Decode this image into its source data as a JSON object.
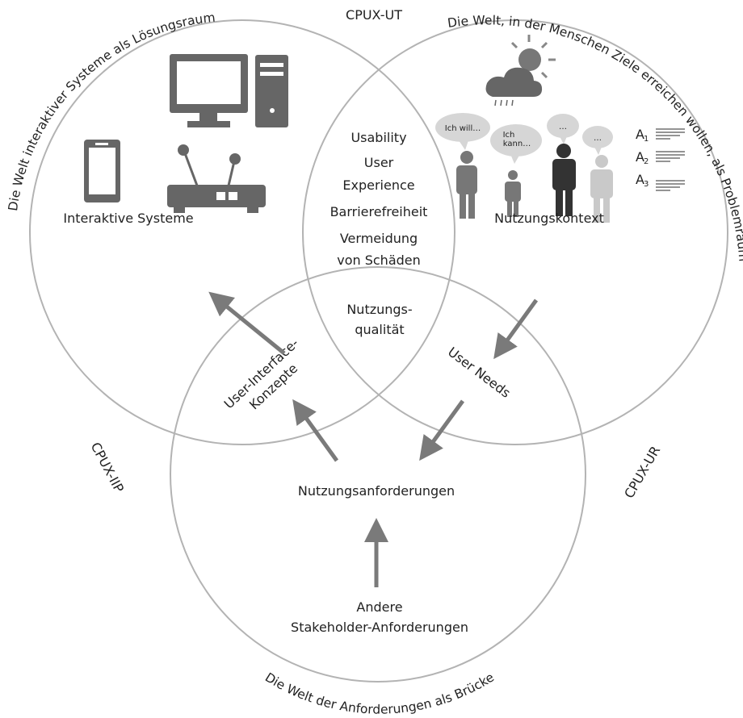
{
  "labels": {
    "cpux_ut": "CPUX-UT",
    "cpux_iip": "CPUX-IIP",
    "cpux_ur": "CPUX-UR",
    "interaktive_systeme": "Interaktive Systeme",
    "nutzungskontext": "Nutzungskontext",
    "usability": "Usability",
    "user": "User",
    "experience": "Experience",
    "barrierefreiheit": "Barrierefreiheit",
    "vermeidung": "Vermeidung",
    "von_schaeden": "von Schäden",
    "nutzungs": "Nutzungs-",
    "qualitaet": "qualität",
    "ui_line1": "User-Interface-",
    "ui_line2": "Konzepte",
    "user_needs": "User Needs",
    "nutzungsanforderungen": "Nutzungsanforderungen",
    "andere": "Andere",
    "stakeholder": "Stakeholder-Anforderungen",
    "bubble_ich_will": "Ich will…",
    "bubble_ich": "Ich",
    "bubble_kann": "kann…",
    "bubble_dots1": "…",
    "bubble_dots2": "…",
    "task_a1": "A",
    "task_a1_sub": "1",
    "task_a2": "A",
    "task_a2_sub": "2",
    "task_a3": "A",
    "task_a3_sub": "3"
  },
  "arcs": {
    "left": "Die Welt interaktiver Systeme als Lösungsraum",
    "right": "Die Welt, in der Menschen Ziele erreichen wollen, als Problemraum",
    "bottom": "Die Welt der Anforderungen als Brücke"
  },
  "colors": {
    "circle_stroke": "#b3b3b3",
    "icon_gray": "#666666",
    "arrow_gray": "#7a7a7a",
    "person_dark": "#333333",
    "person_light": "#c9c9c9",
    "bubble_gray": "#d6d6d6"
  }
}
